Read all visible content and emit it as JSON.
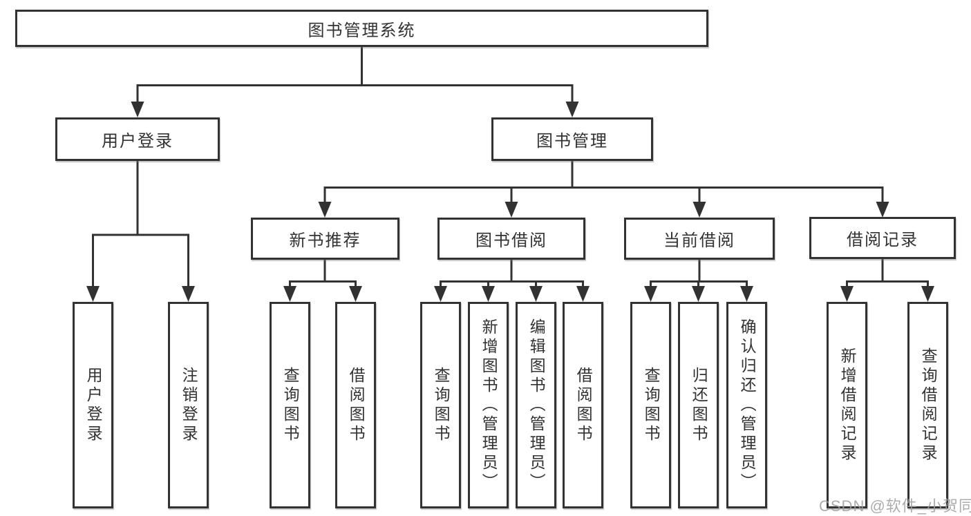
{
  "diagram": {
    "root": {
      "label": "图书管理系统"
    },
    "branches": [
      {
        "label": "用户登录",
        "children": [
          {
            "label": "用户登录"
          },
          {
            "label": "注销登录"
          }
        ]
      },
      {
        "label": "图书管理",
        "children": [
          {
            "label": "新书推荐",
            "children": [
              {
                "label": "查询图书"
              },
              {
                "label": "借阅图书"
              }
            ]
          },
          {
            "label": "图书借阅",
            "children": [
              {
                "label": "查询图书"
              },
              {
                "label": "新增图书（管理员）"
              },
              {
                "label": "编辑图书（管理员）"
              },
              {
                "label": "借阅图书"
              }
            ]
          },
          {
            "label": "当前借阅",
            "children": [
              {
                "label": "查询图书"
              },
              {
                "label": "归还图书"
              },
              {
                "label": "确认归还（管理员）"
              }
            ]
          },
          {
            "label": "借阅记录",
            "children": [
              {
                "label": "新增借阅记录"
              },
              {
                "label": "查询借阅记录"
              }
            ]
          }
        ]
      }
    ]
  },
  "watermark": {
    "text": "CSDN @软件_小贺同学"
  },
  "colors": {
    "line": "#323232",
    "box_border": "#323232",
    "background": "#ffffff",
    "watermark": "#9e9e9e"
  }
}
